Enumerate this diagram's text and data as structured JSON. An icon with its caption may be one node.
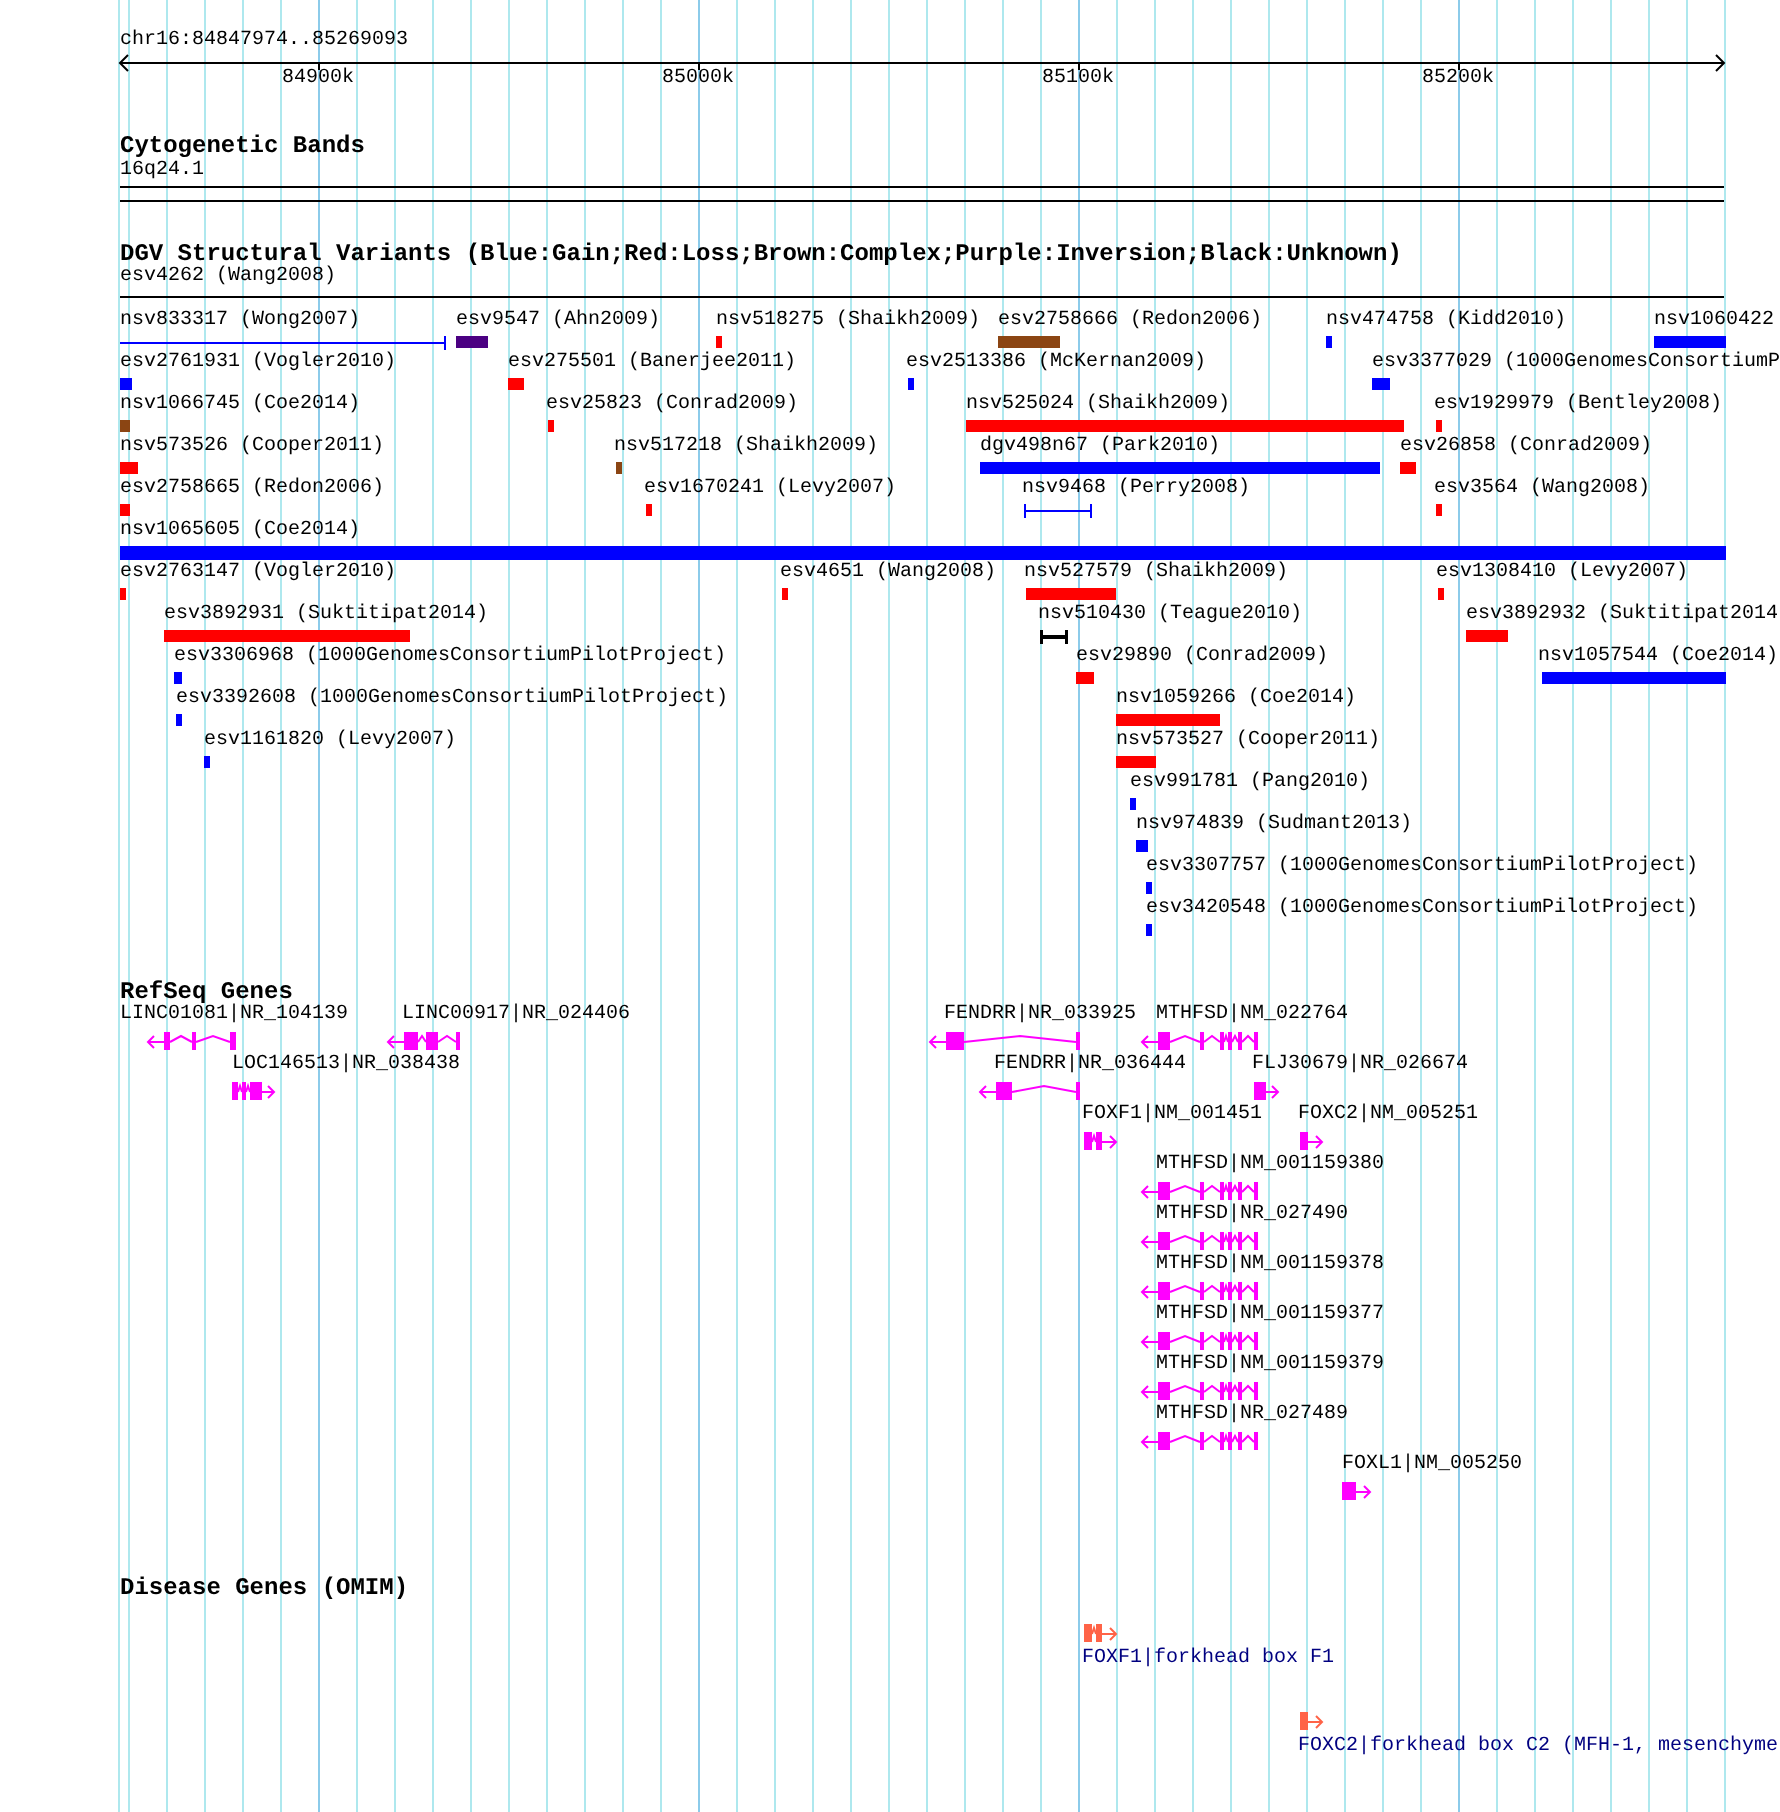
{
  "diagram": {
    "labels": [
      "chr16:84847974..85269093",
      "84900k",
      "85000k",
      "85100k",
      "85200k",
      "Cytogenetic Bands",
      "16q24.1",
      "DGV Structural Variants (Blue:Gain;Red:Loss;Brown:Complex;Purple:Inversion;Black:Unknown)",
      "esv4262 (Wang2008)",
      "nsv833317 (Wong2007)",
      "esv9547 (Ahn2009)",
      "nsv518275 (Shaikh2009)",
      "esv2758666 (Redon2006)",
      "nsv474758 (Kidd2010)",
      "nsv1060422",
      "esv2761931 (Vogler2010)",
      "esv275501 (Banerjee2011)",
      "esv2513386 (McKernan2009)",
      "esv3377029 (1000GenomesConsortiumP",
      "nsv1066745 (Coe2014)",
      "esv25823 (Conrad2009)",
      "nsv525024 (Shaikh2009)",
      "esv1929979 (Bentley2008)",
      "nsv573526 (Cooper2011)",
      "nsv517218 (Shaikh2009)",
      "dgv498n67 (Park2010)",
      "esv26858 (Conrad2009)",
      "esv2758665 (Redon2006)",
      "esv1670241 (Levy2007)",
      "nsv9468 (Perry2008)",
      "esv3564 (Wang2008)",
      "nsv1065605 (Coe2014)",
      "esv2763147 (Vogler2010)",
      "esv4651 (Wang2008)",
      "nsv527579 (Shaikh2009)",
      "esv1308410 (Levy2007)",
      "esv3892931 (Suktitipat2014)",
      "nsv510430 (Teague2010)",
      "esv3892932 (Suktitipat2014",
      "esv3306968 (1000GenomesConsortiumPilotProject)",
      "esv29890 (Conrad2009)",
      "nsv1057544 (Coe2014)",
      "esv3392608 (1000GenomesConsortiumPilotProject)",
      "nsv1059266 (Coe2014)",
      "esv1161820 (Levy2007)",
      "nsv573527 (Cooper2011)",
      "esv991781 (Pang2010)",
      "nsv974839 (Sudmant2013)",
      "esv3307757 (1000GenomesConsortiumPilotProject)",
      "esv3420548 (1000GenomesConsortiumPilotProject)",
      "RefSeq Genes",
      "LINC01081|NR_104139",
      "LINC00917|NR_024406",
      "FENDRR|NR_033925",
      "MTHFSD|NM_022764",
      "LOC146513|NR_038438",
      "FENDRR|NR_036444",
      "FLJ30679|NR_026674",
      "FOXF1|NM_001451",
      "FOXC2|NM_005251",
      "MTHFSD|NM_001159380",
      "MTHFSD|NR_027490",
      "MTHFSD|NM_001159378",
      "MTHFSD|NM_001159377",
      "MTHFSD|NM_001159379",
      "MTHFSD|NR_027489",
      "FOXL1|NM_005250",
      "Disease Genes (OMIM)",
      "FOXF1|forkhead box F1",
      "FOXC2|forkhead box C2 (MFH-1, mesenchyme"
    ]
  }
}
